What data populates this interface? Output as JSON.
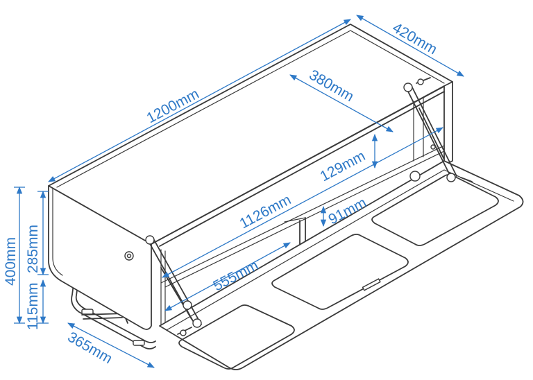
{
  "colors": {
    "dimension": "#2e79c7",
    "outline": "#3a3a3a",
    "background": "#ffffff"
  },
  "dimensions": {
    "width_total": "1200mm",
    "depth_total": "420mm",
    "depth_inner": "380mm",
    "height_compartment": "129mm",
    "width_inner": "1126mm",
    "height_shelf": "91mm",
    "width_half": "555mm",
    "height_total": "400mm",
    "height_body": "285mm",
    "height_legs": "115mm",
    "depth_legs": "365mm"
  }
}
